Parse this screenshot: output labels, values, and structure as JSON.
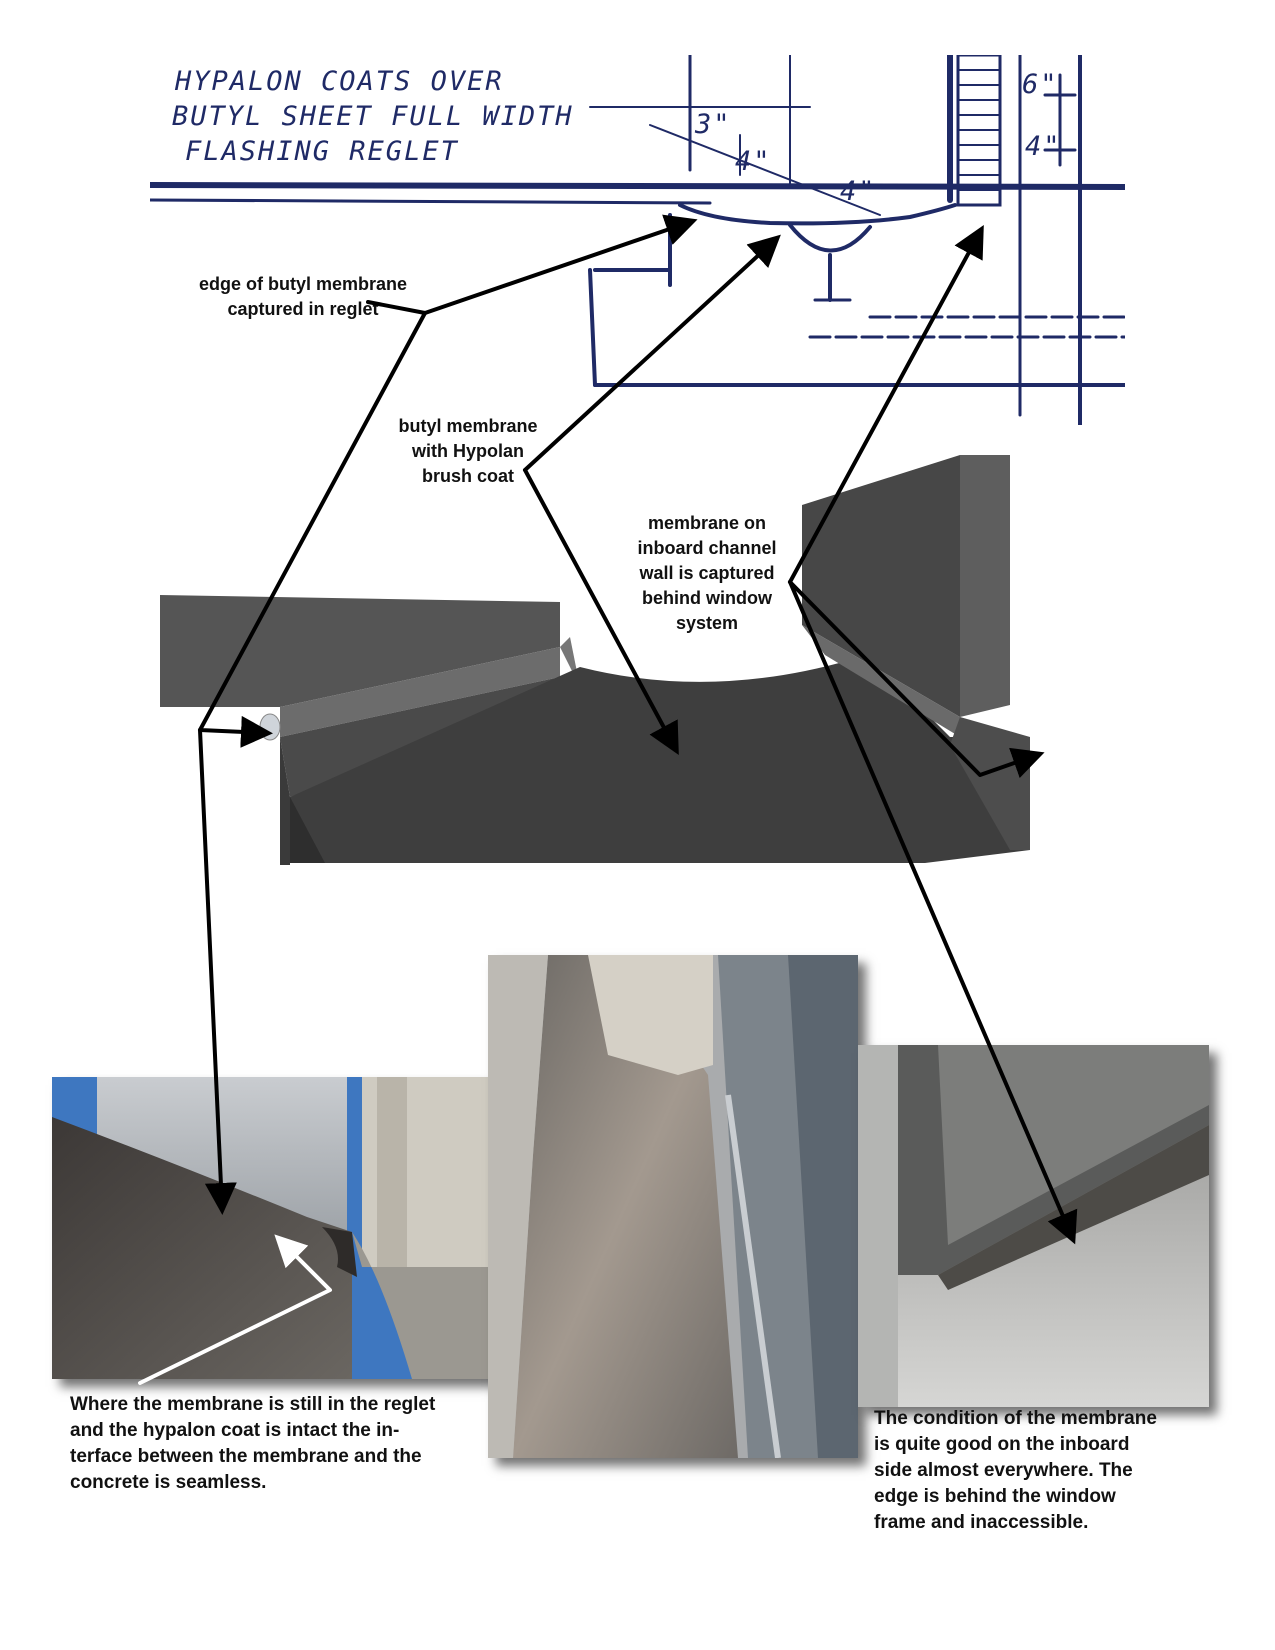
{
  "sketch": {
    "lines": [
      "HYPALON COATS OVER",
      "BUTYL SHEET   FULL WIDTH",
      "FLASHING  REGLET"
    ],
    "dims": [
      "6\"",
      "4\"",
      "3\"",
      "4\"",
      "4\""
    ]
  },
  "labels": {
    "reglet_edge": "edge of butyl membrane\ncaptured in reglet",
    "brush_coat": "butyl membrane\nwith Hypolan\nbrush coat",
    "inboard": "membrane on\ninboard channel\nwall is captured\nbehind window\nsystem"
  },
  "captions": {
    "left": "Where the membrane is still in the reglet\nand the hypalon coat is intact the in-\nterface between the membrane and the\nconcrete is seamless.",
    "right": "The condition of the membrane\nis quite good on the inboard\nside almost everywhere. The\nedge is behind the window\nframe and inaccessible."
  },
  "colors": {
    "sketch_ink": "#1f2a66",
    "render_top": "#555555",
    "render_side": "#3e3e3e",
    "arrow": "#000000",
    "arrow_white": "#ffffff"
  }
}
